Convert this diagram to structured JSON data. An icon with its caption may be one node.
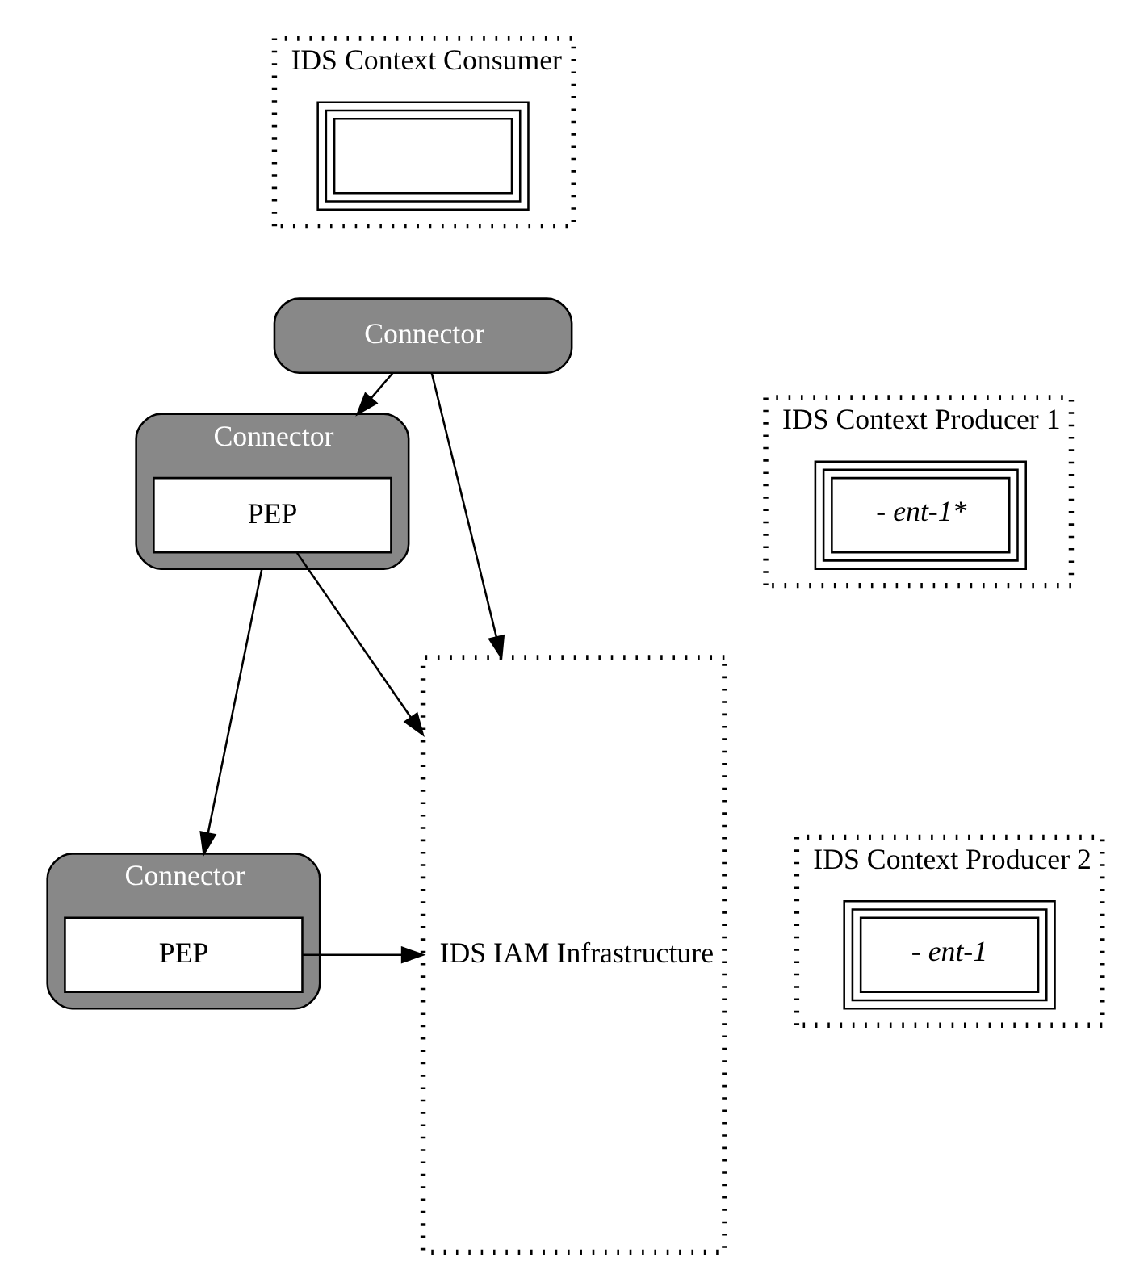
{
  "diagram": {
    "nodes": [
      {
        "text": [
          "IDS Context Consumer"
        ]
      },
      {
        "text": [],
        "shape": "box",
        "in": 0
      },
      {
        "text": [
          "Connector"
        ]
      },
      {
        "text": [
          "IDS IAM Infrastructure"
        ]
      },
      {
        "text": [
          "Connector"
        ]
      },
      {
        "text": [
          "PEP"
        ],
        "in": 4
      },
      {
        "text": [
          "IDS Context Producer 1"
        ]
      },
      {
        "text": [
          "- ent-1*"
        ],
        "in": 6
      },
      {
        "text": [
          "Connector"
        ]
      },
      {
        "text": [
          "PEP"
        ],
        "in": 8
      },
      {
        "text": [
          "IDS Context Producer 2"
        ]
      },
      {
        "text": [
          "- ent-1"
        ],
        "in": 10
      }
    ],
    "edges": [
      {
        "from": 2,
        "to": 3,
        "arrow": "to"
      },
      {
        "from": 2,
        "to": 4,
        "arrow": "to"
      },
      {
        "from": 5,
        "to": 3,
        "arrow": "to"
      },
      {
        "from": 4,
        "to": 8,
        "arrow": "to"
      },
      {
        "from": 9,
        "to": 3,
        "arrow": "to"
      }
    ]
  }
}
